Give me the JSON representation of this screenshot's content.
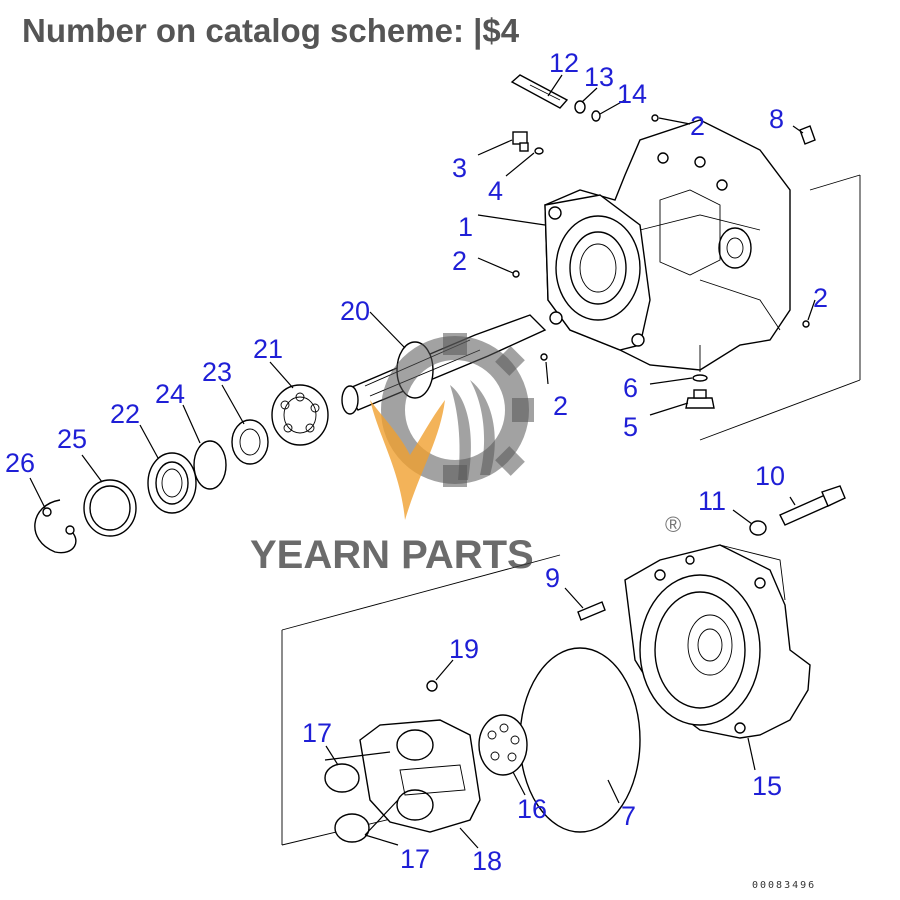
{
  "title": "Number on catalog scheme: |$4",
  "watermark": {
    "brand": "YEARN PARTS",
    "registered": "®",
    "gear_color": "#555555",
    "flame_color": "#f0a030"
  },
  "label_color": "#1f1fd6",
  "drawing_code": "00083496",
  "callouts": {
    "c1": "1",
    "c2a": "2",
    "c2b": "2",
    "c2c": "2",
    "c2d": "2",
    "c3": "3",
    "c4": "4",
    "c5": "5",
    "c6": "6",
    "c7": "7",
    "c8": "8",
    "c9": "9",
    "c10": "10",
    "c11": "11",
    "c12": "12",
    "c13": "13",
    "c14": "14",
    "c15": "15",
    "c16": "16",
    "c17a": "17",
    "c17b": "17",
    "c18": "18",
    "c19": "19",
    "c20": "20",
    "c21": "21",
    "c22": "22",
    "c23": "23",
    "c24": "24",
    "c25": "25",
    "c26": "26"
  }
}
